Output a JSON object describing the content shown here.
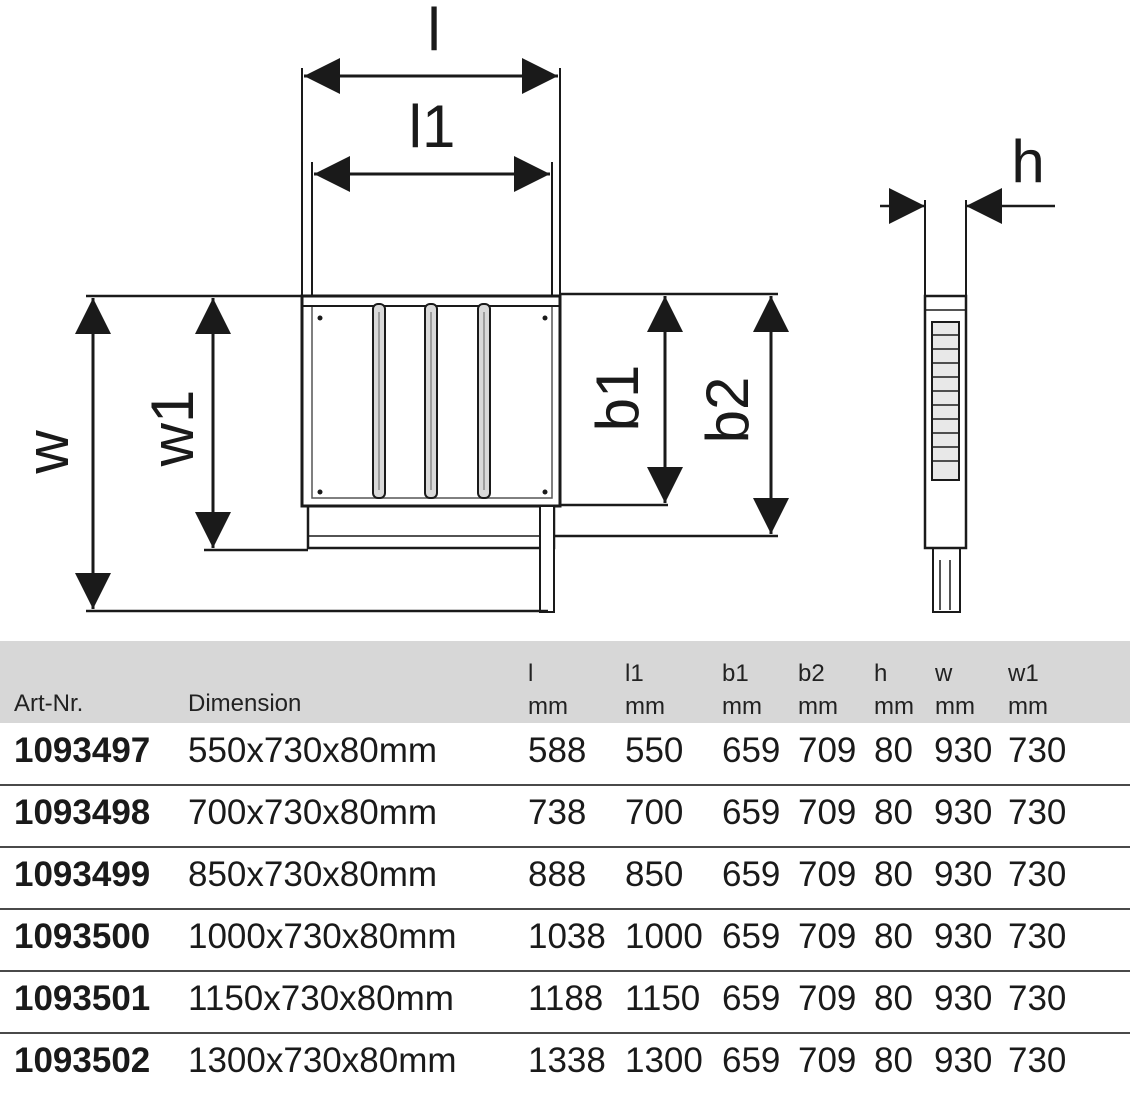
{
  "drawing": {
    "labels": {
      "l": "l",
      "l1": "l1",
      "h": "h",
      "w": "w",
      "w1": "w1",
      "b1": "b1",
      "b2": "b2"
    }
  },
  "table": {
    "headers": [
      {
        "key": "art",
        "top": "",
        "bottom": "Art-Nr."
      },
      {
        "key": "dim",
        "top": "",
        "bottom": "Dimension"
      },
      {
        "key": "l",
        "top": "l",
        "bottom": "mm"
      },
      {
        "key": "l1",
        "top": "l1",
        "bottom": "mm"
      },
      {
        "key": "b1",
        "top": "b1",
        "bottom": "mm"
      },
      {
        "key": "b2",
        "top": "b2",
        "bottom": "mm"
      },
      {
        "key": "h",
        "top": "h",
        "bottom": "mm"
      },
      {
        "key": "w",
        "top": "w",
        "bottom": "mm"
      },
      {
        "key": "w1",
        "top": "w1",
        "bottom": "mm"
      }
    ],
    "rows": [
      {
        "art": "1093497",
        "dim": "550x730x80mm",
        "l": "588",
        "l1": "550",
        "b1": "659",
        "b2": "709",
        "h": "80",
        "w": "930",
        "w1": "730"
      },
      {
        "art": "1093498",
        "dim": "700x730x80mm",
        "l": "738",
        "l1": "700",
        "b1": "659",
        "b2": "709",
        "h": "80",
        "w": "930",
        "w1": "730"
      },
      {
        "art": "1093499",
        "dim": "850x730x80mm",
        "l": "888",
        "l1": "850",
        "b1": "659",
        "b2": "709",
        "h": "80",
        "w": "930",
        "w1": "730"
      },
      {
        "art": "1093500",
        "dim": "1000x730x80mm",
        "l": "1038",
        "l1": "1000",
        "b1": "659",
        "b2": "709",
        "h": "80",
        "w": "930",
        "w1": "730"
      },
      {
        "art": "1093501",
        "dim": "1150x730x80mm",
        "l": "1188",
        "l1": "1150",
        "b1": "659",
        "b2": "709",
        "h": "80",
        "w": "930",
        "w1": "730"
      },
      {
        "art": "1093502",
        "dim": "1300x730x80mm",
        "l": "1338",
        "l1": "1300",
        "b1": "659",
        "b2": "709",
        "h": "80",
        "w": "930",
        "w1": "730"
      }
    ]
  }
}
